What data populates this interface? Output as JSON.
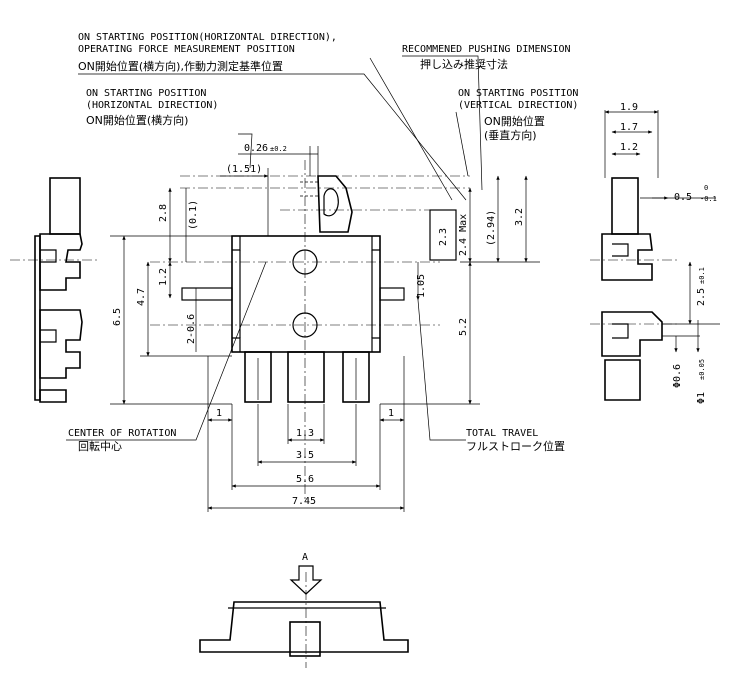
{
  "notes": {
    "on_start_force_en1": "ON STARTING POSITION(HORIZONTAL DIRECTION),",
    "on_start_force_en2": "OPERATING FORCE MEASUREMENT POSITION",
    "on_start_force_jp": "ON開始位置(横方向),作動力測定基準位置",
    "on_start_h_en1": "ON STARTING POSITION",
    "on_start_h_en2": "(HORIZONTAL DIRECTION)",
    "on_start_h_jp": "ON開始位置(横方向)",
    "recommended_en": "RECOMMENED PUSHING DIMENSION",
    "recommended_jp": "押し込み推奨寸法",
    "on_start_v_en1": "ON STARTING POSITION",
    "on_start_v_en2": "(VERTICAL DIRECTION)",
    "on_start_v_jp1": "ON開始位置",
    "on_start_v_jp2": "(垂直方向)",
    "center_rotation_en": "CENTER OF ROTATION",
    "center_rotation_jp": "回転中心",
    "total_travel_en": "TOTAL TRAVEL",
    "total_travel_jp": "フルストローク位置",
    "view_label": "A"
  },
  "dims": {
    "d026": "0.26",
    "d026_tol": "±0.2",
    "d151": "(1.51)",
    "d28": "2.8",
    "d01": "(0.1)",
    "d47": "4.7",
    "d12": "1.2",
    "d206": "2-0.6",
    "d65": "6.5",
    "d23": "2.3",
    "d24max": "2.4 Max",
    "d294": "(2.94)",
    "d32": "3.2",
    "d105": "1.05",
    "d52": "5.2",
    "d1a": "1",
    "d1b": "1",
    "d13": "1.3",
    "d35": "3.5",
    "d56": "5.6",
    "d745": "7.45",
    "r19": "1.9",
    "r17": "1.7",
    "r12": "1.2",
    "r05": "0.5",
    "r05_up": "0",
    "r05_lo": "-0.1",
    "r25": "2.5",
    "r25_tol": "±0.1",
    "r06": "Φ0.6",
    "r1": "Φ1",
    "r1_tol": "±0.05"
  }
}
